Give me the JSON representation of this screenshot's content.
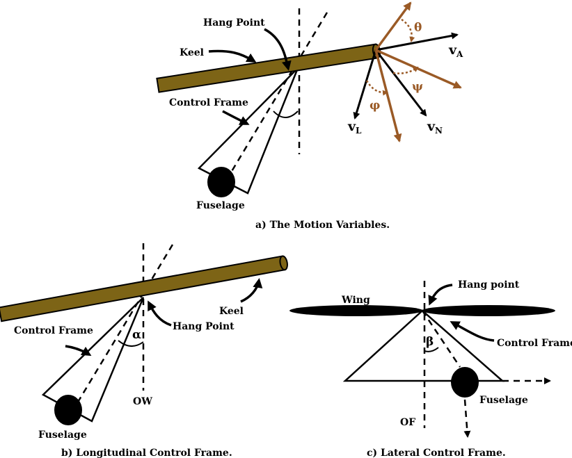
{
  "colors": {
    "keel_fill": "#7d6416",
    "brown_vector": "#9a5a26",
    "ink": "#000000"
  },
  "panel_a": {
    "caption": "a) The Motion Variables.",
    "labels": {
      "hang_point": "Hang Point",
      "keel": "Keel",
      "control_frame": "Control Frame",
      "fuselage": "Fuselage"
    },
    "vectors": {
      "v_a": {
        "main": "v",
        "sub": "A"
      },
      "v_l": {
        "main": "v",
        "sub": "L"
      },
      "v_n": {
        "main": "v",
        "sub": "N"
      }
    },
    "angles": {
      "theta": "θ",
      "psi": "ψ",
      "phi": "φ"
    }
  },
  "panel_b": {
    "caption": "b) Longitudinal Control Frame.",
    "labels": {
      "control_frame": "Control Frame",
      "hang_point": "Hang Point",
      "keel": "Keel",
      "fuselage": "Fuselage",
      "ow": "OW"
    },
    "angles": {
      "alpha": "α"
    }
  },
  "panel_c": {
    "caption": "c) Lateral Control Frame.",
    "labels": {
      "wing": "Wing",
      "hang_point": "Hang point",
      "control_frame": "Control Frame",
      "fuselage": "Fuselage",
      "of": "OF"
    },
    "angles": {
      "beta": "β"
    }
  }
}
